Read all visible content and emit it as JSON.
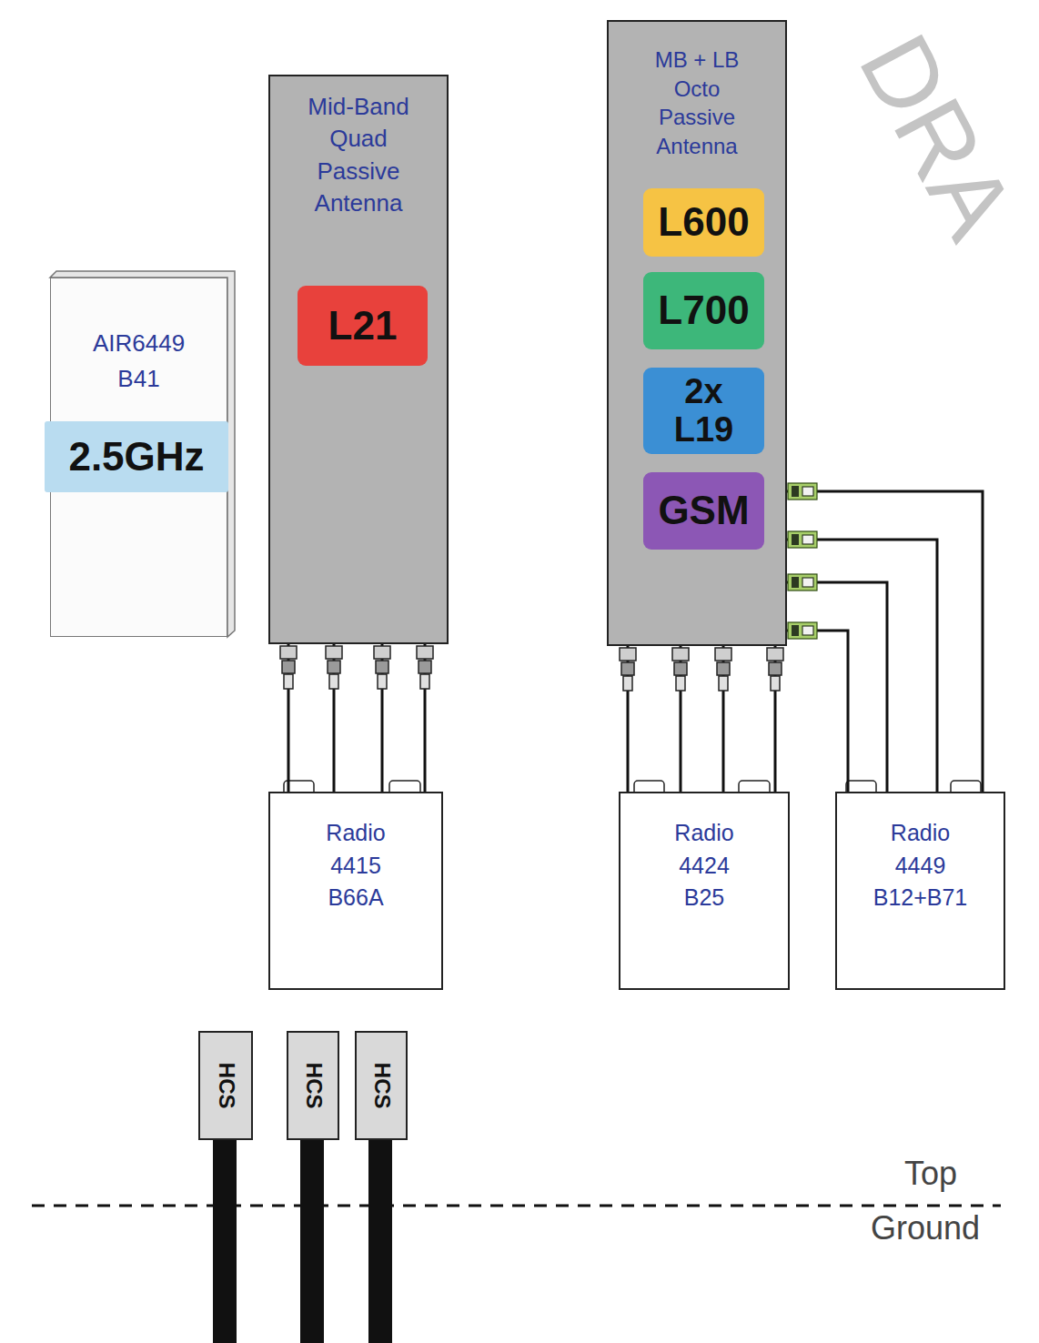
{
  "diagram": {
    "nodes": [
      {
        "text": [
          "AIR6449 B41"
        ]
      },
      {
        "text": [
          "2.5GHz"
        ],
        "in": 0
      },
      {
        "text": [
          "Mid-Band Quad Passive Antenna"
        ]
      },
      {
        "text": [
          "L21"
        ],
        "in": 2
      },
      {
        "text": [
          "MB + LB Octo Passive Antenna"
        ]
      },
      {
        "text": [
          "L600"
        ],
        "in": 4
      },
      {
        "text": [
          "L700"
        ],
        "in": 4
      },
      {
        "text": [
          "2x L19"
        ],
        "in": 4
      },
      {
        "text": [
          "GSM"
        ],
        "in": 4
      },
      {
        "text": [
          "Radio 4415 B66A"
        ]
      },
      {
        "text": [
          "Radio 4424 B25"
        ]
      },
      {
        "text": [
          "Radio 4449 B12+B71"
        ]
      },
      {
        "text": [
          "HCS"
        ]
      },
      {
        "text": [
          "HCS"
        ]
      },
      {
        "text": [
          "HCS"
        ]
      }
    ],
    "edges": [
      {
        "from": 9,
        "to": 2,
        "arrow": "none"
      },
      {
        "from": 9,
        "to": 2,
        "arrow": "none"
      },
      {
        "from": 9,
        "to": 2,
        "arrow": "none"
      },
      {
        "from": 9,
        "to": 2,
        "arrow": "none"
      },
      {
        "from": 10,
        "to": 4,
        "arrow": "none"
      },
      {
        "from": 10,
        "to": 4,
        "arrow": "none"
      },
      {
        "from": 10,
        "to": 4,
        "arrow": "none"
      },
      {
        "from": 10,
        "to": 4,
        "arrow": "none"
      },
      {
        "from": 11,
        "to": 4,
        "arrow": "none"
      },
      {
        "from": 11,
        "to": 4,
        "arrow": "none"
      },
      {
        "from": 11,
        "to": 4,
        "arrow": "none"
      },
      {
        "from": 11,
        "to": 4,
        "arrow": "none"
      }
    ],
    "labels": [
      "DRA",
      "Top",
      "Ground"
    ]
  }
}
